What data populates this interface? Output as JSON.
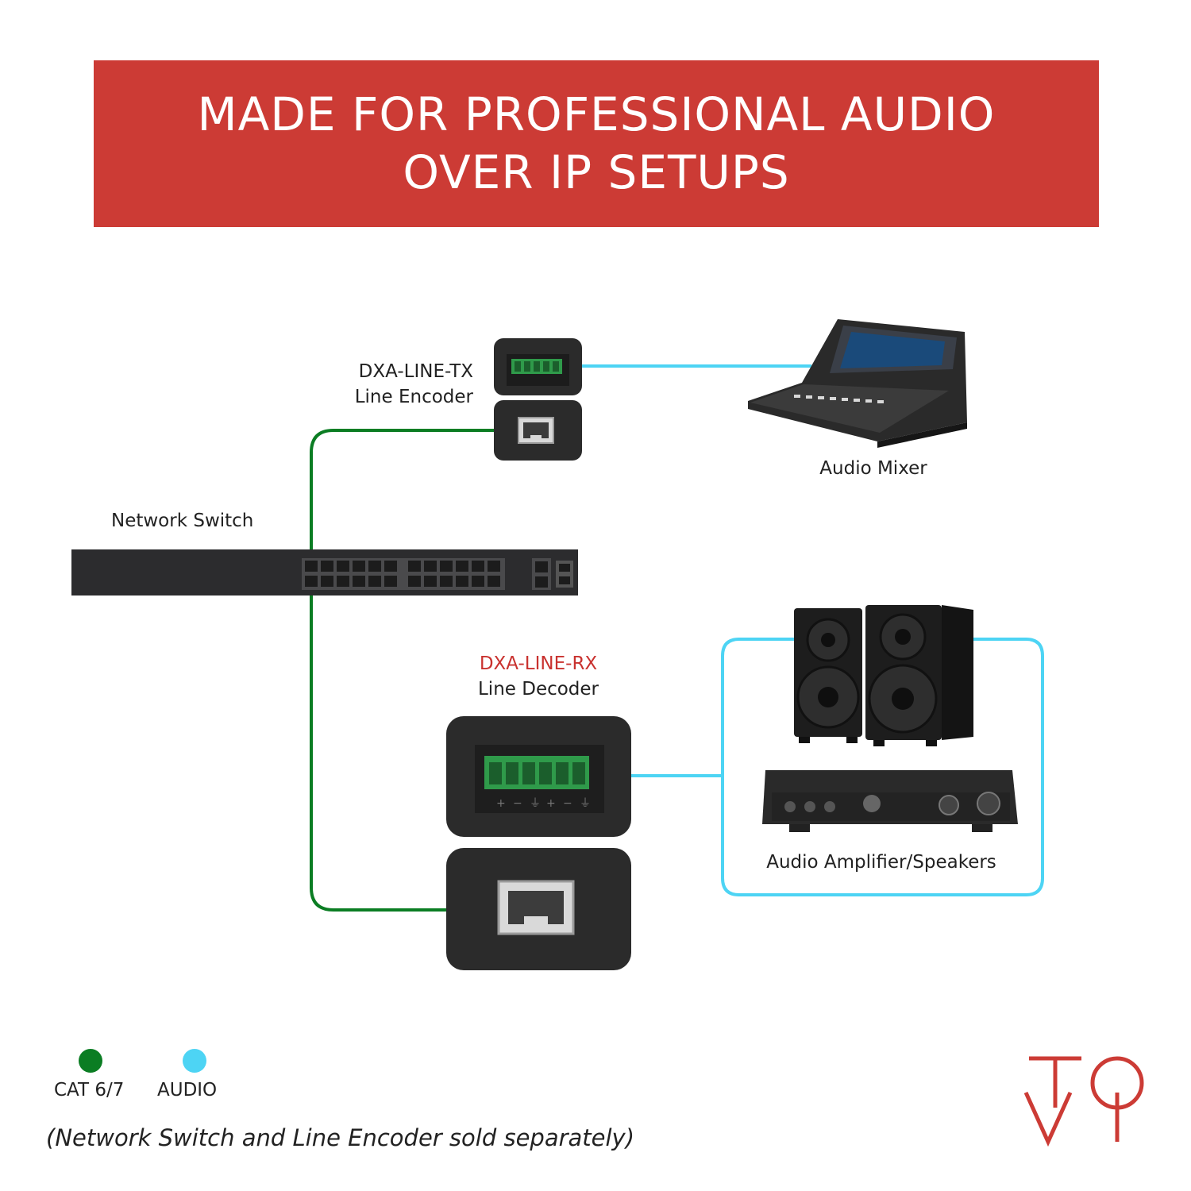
{
  "title": {
    "line1": "MADE FOR PROFESSIONAL AUDIO",
    "line2": "OVER IP SETUPS"
  },
  "devices": {
    "tx": {
      "model": "DXA-LINE-TX",
      "role": "Line Encoder"
    },
    "rx": {
      "model": "DXA-LINE-RX",
      "role": "Line Decoder"
    },
    "mixer": {
      "label": "Audio Mixer"
    },
    "switch": {
      "label": "Network Switch"
    },
    "amp": {
      "label": "Audio Amplifier/Speakers"
    }
  },
  "legend": [
    {
      "label": "CAT 6/7",
      "color": "#0b7d23"
    },
    {
      "label": "AUDIO",
      "color": "#4dd4f4"
    }
  ],
  "note": "(Network Switch and Line Encoder sold separately)",
  "colors": {
    "accent": "#cc3b35",
    "cat_line": "#0b7d23",
    "audio_line": "#4dd4f4"
  },
  "icons": [
    "line-encoder-icon",
    "line-decoder-icon",
    "audio-mixer-icon",
    "network-switch-icon",
    "speakers-icon",
    "amplifier-icon",
    "tovi-logo"
  ]
}
